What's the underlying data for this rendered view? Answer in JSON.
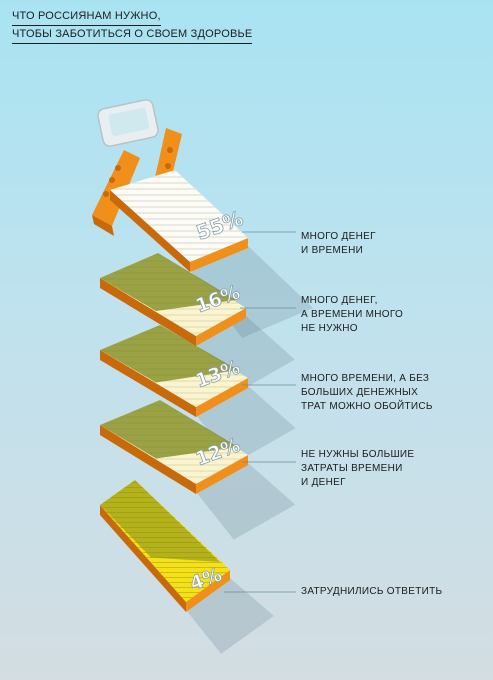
{
  "title_lines": [
    "ЧТО РОССИЯНАМ НУЖНО,",
    "ЧТОБЫ ЗАБОТИТЬСЯ О СВОЕМ ЗДОРОВЬЕ"
  ],
  "chart_data": {
    "type": "bar",
    "title": "ЧТО РОССИЯНАМ НУЖНО, ЧТОБЫ ЗАБОТИТЬСЯ О СВОЕМ ЗДОРОВЬЕ",
    "unit": "%",
    "categories": [
      "МНОГО ДЕНЕГ\nИ ВРЕМЕНИ",
      "МНОГО ДЕНЕГ,\nА ВРЕМЕНИ МНОГО\nНЕ НУЖНО",
      "МНОГО ВРЕМЕНИ, А БЕЗ\nБОЛЬШИХ ДЕНЕЖНЫХ\nТРАТ МОЖНО ОБОЙТИСЬ",
      "НЕ НУЖНЫ БОЛЬШИЕ\nЗАТРАТЫ ВРЕМЕНИ\nИ ДЕНЕГ",
      "ЗАТРУДНИЛИСЬ ОТВЕТИТЬ"
    ],
    "values": [
      55,
      16,
      13,
      12,
      4
    ],
    "value_labels": [
      "55%",
      "16%",
      "13%",
      "12%",
      "4%"
    ]
  },
  "colors": {
    "orange": "#f0901a",
    "orange_dark": "#c8690a",
    "yellow": "#f3e21a",
    "olive_shadow": "#7f8a1e",
    "page_white": "#fbfbf8",
    "page_cream": "#faf5cf",
    "leader": "#6a8d99"
  }
}
